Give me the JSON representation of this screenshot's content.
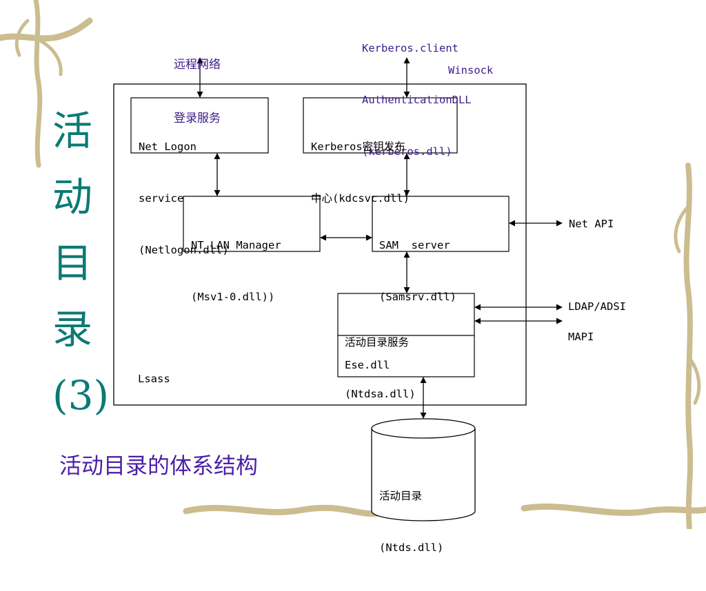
{
  "title_chars": [
    "活",
    "动",
    "目",
    "录",
    "(3)"
  ],
  "caption": "活动目录的体系结构",
  "labels": {
    "remote_logon": [
      "远程网络",
      "登录服务"
    ],
    "kerberos_client": [
      "Kerberos.client",
      "AuthenticationDLL",
      "(kerberos.dll)"
    ],
    "winsock": "Winsock",
    "net_api": "Net API",
    "ldap_adsi": "LDAP/ADSI",
    "mapi": "MAPI",
    "lsass": "Lsass"
  },
  "boxes": {
    "net_logon": [
      "Net Logon",
      "service",
      "(Netlogon.dll)"
    ],
    "kdc": [
      "Kerberos密钥发布",
      "中心(kdcsvc.dll)"
    ],
    "nt_lan_manager": [
      "NT LAN Manager",
      "(Msv1-0.dll))"
    ],
    "sam_server": [
      "SAM  server",
      "(Samsrv.dll)"
    ],
    "ntdsa": [
      "活动目录服务",
      "(Ntdsa.dll)"
    ],
    "ese": "Ese.dll",
    "ntds_db": [
      "活动目录",
      "(Ntds.dll)"
    ]
  },
  "colors": {
    "title": "#0b7a75",
    "caption": "#4b1fa6",
    "top_labels": "#3c1a8a",
    "vine": "#c9b98a"
  }
}
